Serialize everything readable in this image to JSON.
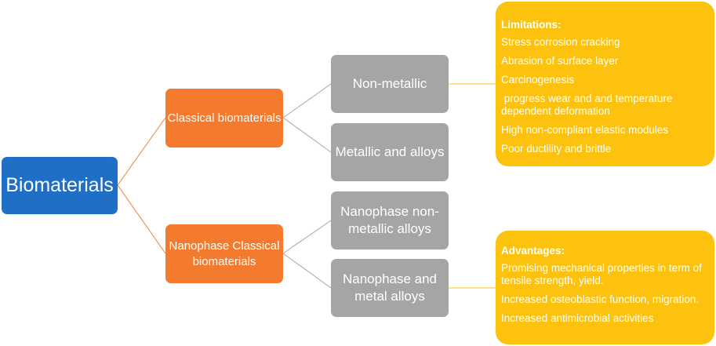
{
  "root": {
    "label": "Biomaterials"
  },
  "categories": [
    {
      "label": "Classical biomaterials"
    },
    {
      "label": "Nanophase Classical biomaterials"
    }
  ],
  "types": [
    {
      "label": "Non-metallic"
    },
    {
      "label": "Metallic and alloys"
    },
    {
      "label": "Nanophase non-metallic alloys"
    },
    {
      "label": "Nanophase and metal alloys"
    }
  ],
  "limitations": {
    "title": "Limitations",
    "items": [
      "Stress corrosion cracking",
      "Abrasion of surface layer",
      "Carcinogenesis",
      " progress wear and and temperature dependent deformation",
      "High non-compliant elastic modules",
      "Poor ductility and brittle"
    ]
  },
  "advantages": {
    "title": "Advantages:",
    "items": [
      "Promising mechanical properties in term of tensile strength, yield.",
      "Increased osteoblastic function, migration.",
      "Increased antimicrobial activities"
    ]
  },
  "colors": {
    "root": "#1f6fc7",
    "category": "#f47b2e",
    "type": "#a5a5a5",
    "note": "#fdc20e",
    "connector_orange": "#f47b2e",
    "connector_grey": "#a5a5a5",
    "connector_yellow": "#fdc20e"
  }
}
